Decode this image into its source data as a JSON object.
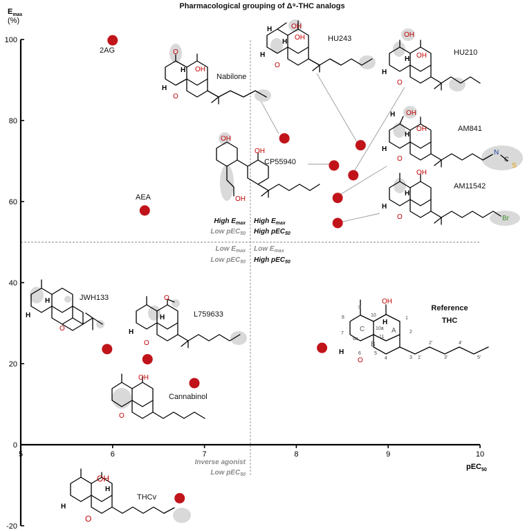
{
  "title": "Pharmacological grouping of Δ⁹-THC analogs",
  "colors": {
    "point": "#c0141a",
    "highlight": "#d9d9d9",
    "heteroatom_O": "#c00000",
    "N": "#1a3f9c",
    "S": "#e0a000",
    "Br": "#3a8a2a"
  },
  "chart_data": {
    "type": "scatter",
    "title": "Pharmacological grouping of Δ⁹-THC analogs",
    "xlabel": "pEC50",
    "ylabel": "Emax (%)",
    "xlim": [
      5,
      10
    ],
    "ylim": [
      -20,
      100
    ],
    "x_ticks": [
      5,
      6,
      7,
      8,
      9,
      10
    ],
    "y_ticks": [
      -20,
      0,
      20,
      40,
      60,
      80,
      100
    ],
    "divider_x": 7.5,
    "divider_y": 50,
    "grid": false,
    "points": [
      {
        "label": "2AG",
        "x": 6.0,
        "y": 99.8
      },
      {
        "label": "AEA",
        "x": 6.35,
        "y": 57.8
      },
      {
        "label": "Nabilone",
        "x": 7.87,
        "y": 75.6
      },
      {
        "label": "HU243",
        "x": 8.7,
        "y": 73.9
      },
      {
        "label": "HU210",
        "x": 8.62,
        "y": 66.5
      },
      {
        "label": "CP55940",
        "x": 8.41,
        "y": 68.9
      },
      {
        "label": "AM841",
        "x": 8.45,
        "y": 60.9
      },
      {
        "label": "AM11542",
        "x": 8.45,
        "y": 54.7
      },
      {
        "label": "JWH133",
        "x": 5.94,
        "y": 23.6
      },
      {
        "label": "L759633",
        "x": 6.38,
        "y": 21.1
      },
      {
        "label": "Cannabinol",
        "x": 6.89,
        "y": 15.2
      },
      {
        "label": "Reference THC",
        "x": 8.28,
        "y": 23.9
      },
      {
        "label": "THCv",
        "x": 6.73,
        "y": -13.2
      }
    ]
  },
  "axis": {
    "y_title_main": "E",
    "y_title_sub": "max",
    "y_title_unit": "(%)",
    "x_title_main": "pEC",
    "x_title_sub": "50"
  },
  "quadrants": {
    "top_left": {
      "line1_main": "High E",
      "line1_sub": "max",
      "line2_main": "Low pEC",
      "line2_sub": "50"
    },
    "top_right": {
      "line1_main": "High E",
      "line1_sub": "max",
      "line2_main": "High pEC",
      "line2_sub": "50"
    },
    "bottom_left": {
      "line1_main": "Low E",
      "line1_sub": "max",
      "line2_main": "Low pEC",
      "line2_sub": "50"
    },
    "bottom_right": {
      "line1_main": "Low E",
      "line1_sub": "max",
      "line2_main": "High pEC",
      "line2_sub": "50"
    },
    "inverse": {
      "line1": "Inverse agonist",
      "line2_main": "Low pEC",
      "line2_sub": "50"
    }
  },
  "compound_labels": {
    "2AG": "2AG",
    "AEA": "AEA",
    "Nabilone": "Nabilone",
    "HU243": "HU243",
    "HU210": "HU210",
    "CP55940": "CP55940",
    "AM841": "AM841",
    "AM11542": "AM11542",
    "JWH133": "JWH133",
    "L759633": "L759633",
    "Cannabinol": "Cannabinol",
    "THCv": "THCv",
    "reference_line1": "Reference",
    "reference_line2": "THC"
  },
  "atoms": {
    "O": "O",
    "OH": "OH",
    "H": "H",
    "N": "N",
    "C": "C",
    "S": "S",
    "Br": "Br"
  },
  "thc_numbering": {
    "positions": [
      "1",
      "2",
      "3",
      "4",
      "5",
      "6",
      "6a",
      "7",
      "8",
      "9",
      "10",
      "10a",
      "11",
      "1'",
      "2'",
      "3'",
      "4'",
      "5'"
    ],
    "rings": [
      "A",
      "B",
      "C"
    ]
  }
}
